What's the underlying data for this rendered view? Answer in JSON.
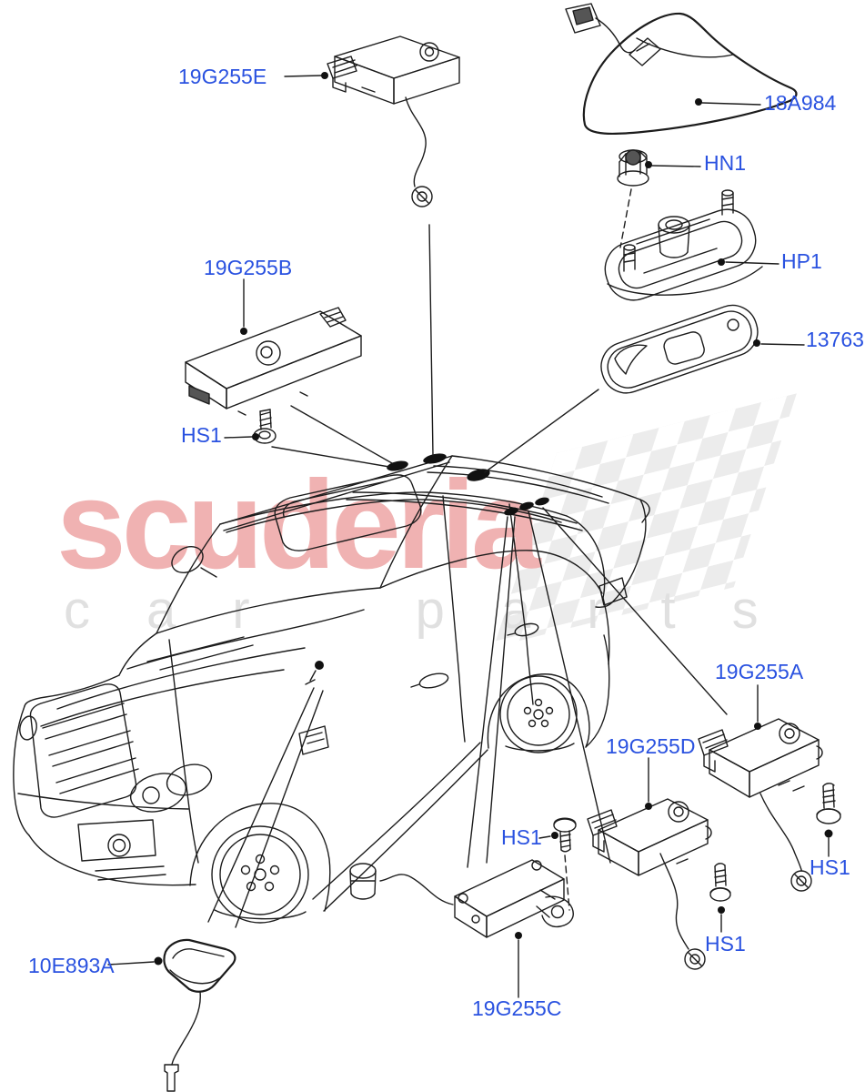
{
  "watermark": {
    "brand": "scuderia",
    "tagline": "car parts"
  },
  "colors": {
    "label_blue": "#2a52e0",
    "line_ink": "#1c1c1c",
    "brand_pink": "#f0b2b2",
    "tagline_gray": "#e0e0e0",
    "flag_gray": "#ececec"
  },
  "parts": {
    "amplifier_e": "19G255E",
    "antenna_pod": "18A984",
    "nut": "HN1",
    "mount_plate": "HP1",
    "gasket": "13763",
    "amplifier_b": "19G255B",
    "screw_b": "HS1",
    "amplifier_a": "19G255A",
    "amplifier_d": "19G255D",
    "screw_c": "HS1",
    "screw_a": "HS1",
    "screw_d": "HS1",
    "amplifier_c": "19G255C",
    "gps_antenna": "10E893A"
  }
}
